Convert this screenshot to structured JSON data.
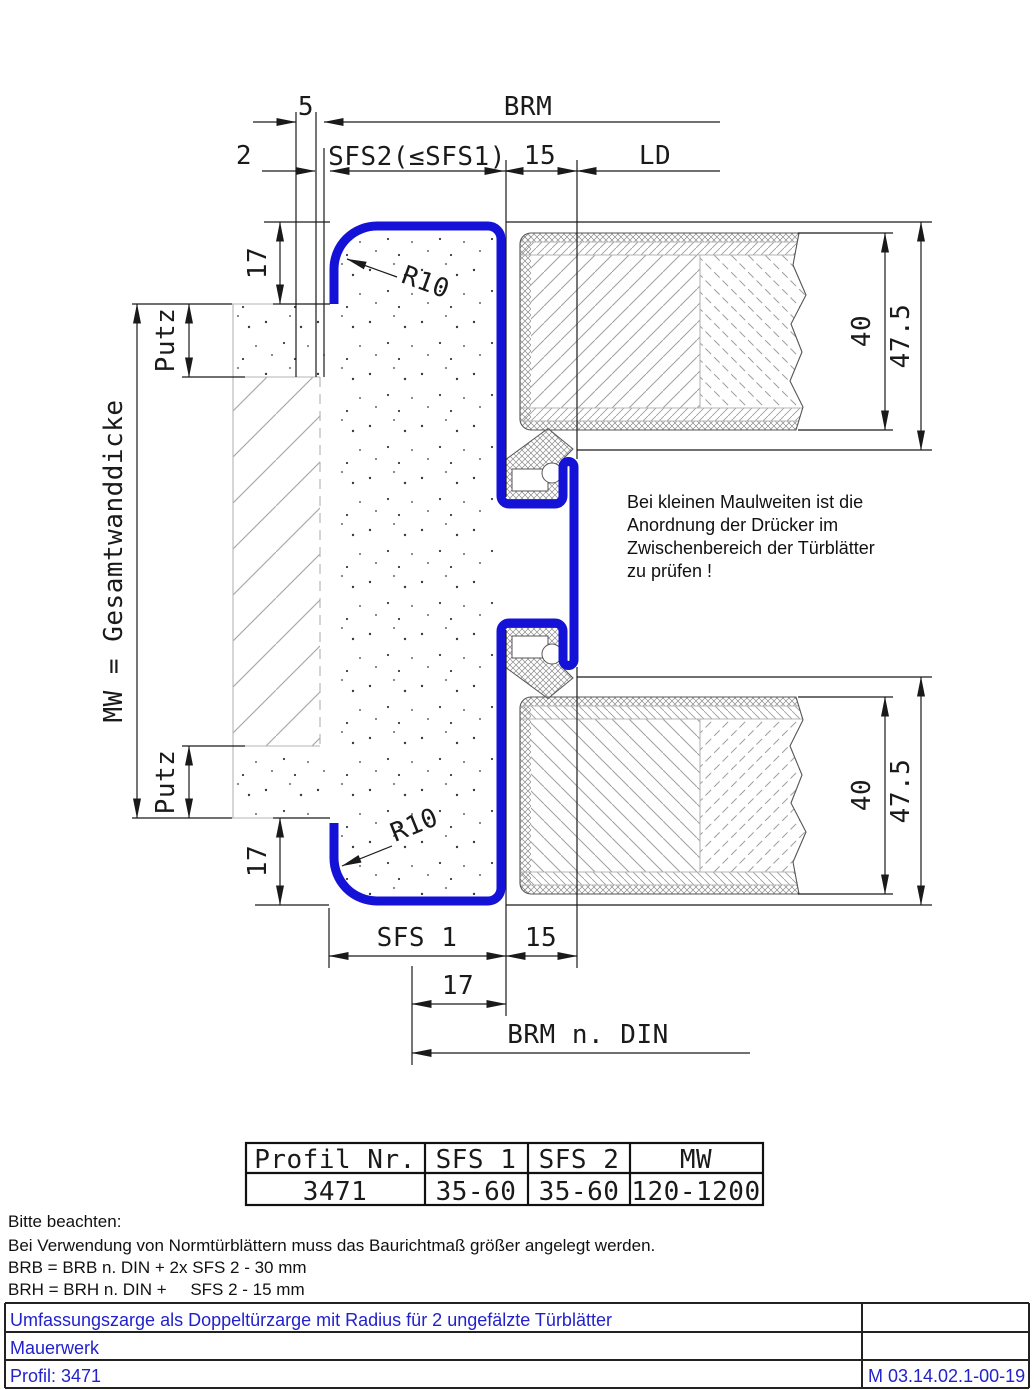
{
  "colors": {
    "profile_blue": "#1412d6",
    "title_blue": "#2222cc"
  },
  "dims_top": {
    "d5": "5",
    "brm": "BRM",
    "d2": "2",
    "sfs2": "SFS2(≤SFS1)",
    "d15": "15",
    "ld": "LD"
  },
  "dims_left": {
    "putz_top": "Putz",
    "putz_bottom": "Putz",
    "mw": "MW = Gesamtwanddicke",
    "d17_top": "17",
    "d17_bottom": "17"
  },
  "dims_right": {
    "d40_top": "40",
    "d475_top": "47.5",
    "d40_bottom": "40",
    "d475_bottom": "47.5"
  },
  "dims_bottom": {
    "sfs1": "SFS 1",
    "d15": "15",
    "d17": "17",
    "brm_din": "BRM n. DIN"
  },
  "radius_labels": {
    "top": "R10",
    "bottom": "R10"
  },
  "note": {
    "line1": "Bei kleinen Maulweiten ist die",
    "line2": "Anordnung der Drücker im",
    "line3": "Zwischenbereich der Türblätter",
    "line4": "zu prüfen !"
  },
  "table": {
    "headers": [
      "Profil Nr.",
      "SFS 1",
      "SFS 2",
      "MW"
    ],
    "row": [
      "3471",
      "35-60",
      "35-60",
      "120-1200"
    ]
  },
  "remarks": {
    "line1": "Bitte beachten:",
    "line2": "Bei Verwendung von Normtürblättern muss das Baurichtmaß größer angelegt werden.",
    "line3": "BRB = BRB n. DIN + 2x SFS 2 - 30 mm",
    "line4": "BRH = BRH n. DIN +     SFS 2 - 15 mm"
  },
  "title_block": {
    "row1": "Umfassungszarge als Doppeltürzarge mit Radius für 2 ungefälzte Türblätter",
    "row2": "Mauerwerk",
    "row3_left": "Profil: 3471",
    "row3_right": "M 03.14.02.1-00-19"
  }
}
